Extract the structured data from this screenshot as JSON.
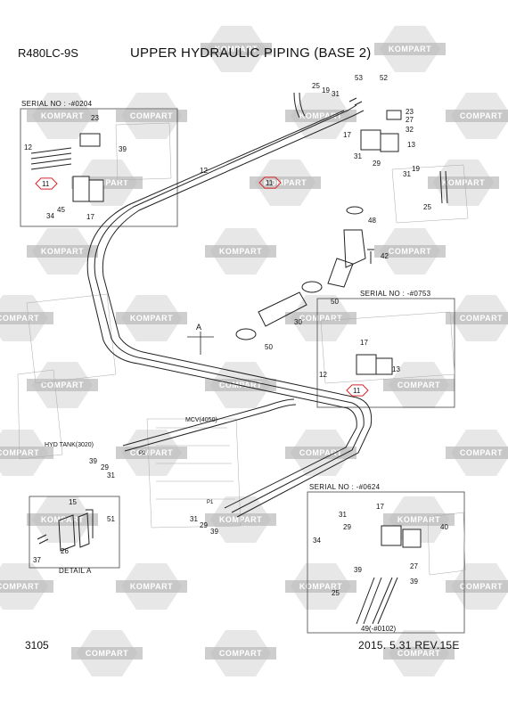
{
  "header": {
    "model": "R480LC-9S",
    "title": "UPPER HYDRAULIC PIPING (BASE 2)"
  },
  "serials": {
    "s1": "SERIAL NO : -#0204",
    "s2": "SERIAL NO : -#0753",
    "s3": "SERIAL NO : -#0624"
  },
  "annotations": {
    "mcv": "MCV(4050)",
    "hyd_tank": "HYD TANK(3020)",
    "detail_ref": "A",
    "p1": "P1",
    "p2": "P2"
  },
  "detail": {
    "label": "DETAIL  A"
  },
  "footer": {
    "page": "3105",
    "date": "2015. 5.31  REV.15E"
  },
  "watermarks": {
    "a": "KOMPART",
    "b": "COMPART"
  },
  "colors": {
    "highlight": "#d9262c",
    "watermark": "#d4d4d4",
    "line": "#222222"
  },
  "callouts": [
    {
      "n": "25"
    },
    {
      "n": "19"
    },
    {
      "n": "31"
    },
    {
      "n": "53"
    },
    {
      "n": "52"
    },
    {
      "n": "23"
    },
    {
      "n": "27"
    },
    {
      "n": "32"
    },
    {
      "n": "17"
    },
    {
      "n": "13"
    },
    {
      "n": "31"
    },
    {
      "n": "29"
    },
    {
      "n": "31"
    },
    {
      "n": "19"
    },
    {
      "n": "25"
    },
    {
      "n": "12"
    },
    {
      "n": "23"
    },
    {
      "n": "39"
    },
    {
      "n": "12"
    },
    {
      "n": "11"
    },
    {
      "n": "34"
    },
    {
      "n": "45"
    },
    {
      "n": "17"
    },
    {
      "n": "11"
    },
    {
      "n": "48"
    },
    {
      "n": "42"
    },
    {
      "n": "50"
    },
    {
      "n": "30"
    },
    {
      "n": "50"
    },
    {
      "n": "17"
    },
    {
      "n": "13"
    },
    {
      "n": "12"
    },
    {
      "n": "11"
    },
    {
      "n": "39"
    },
    {
      "n": "29"
    },
    {
      "n": "31"
    },
    {
      "n": "15"
    },
    {
      "n": "51"
    },
    {
      "n": "26"
    },
    {
      "n": "37"
    },
    {
      "n": "31"
    },
    {
      "n": "29"
    },
    {
      "n": "39"
    },
    {
      "n": "31"
    },
    {
      "n": "29"
    },
    {
      "n": "17"
    },
    {
      "n": "40"
    },
    {
      "n": "34"
    },
    {
      "n": "39"
    },
    {
      "n": "27"
    },
    {
      "n": "39"
    },
    {
      "n": "25"
    },
    {
      "n": "49(-#0102)"
    }
  ]
}
